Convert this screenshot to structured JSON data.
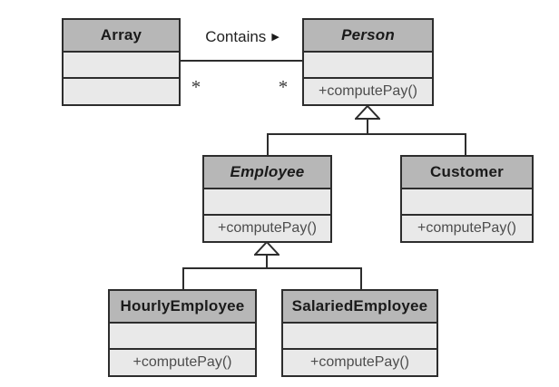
{
  "diagram": {
    "type": "uml-class-diagram",
    "classes": {
      "array": {
        "name": "Array",
        "attributes": "",
        "methods": "",
        "abstract": false
      },
      "person": {
        "name": "Person",
        "attributes": "",
        "methods": "+computePay()",
        "abstract": true
      },
      "employee": {
        "name": "Employee",
        "attributes": "",
        "methods": "+computePay()",
        "abstract": true
      },
      "customer": {
        "name": "Customer",
        "attributes": "",
        "methods": "+computePay()",
        "abstract": false
      },
      "hourly": {
        "name": "HourlyEmployee",
        "attributes": "",
        "methods": "+computePay()",
        "abstract": false
      },
      "salaried": {
        "name": "SalariedEmployee",
        "attributes": "",
        "methods": "+computePay()",
        "abstract": false
      }
    },
    "association": {
      "label": "Contains",
      "direction_icon": "▶",
      "source": "Array",
      "target": "Person",
      "source_multiplicity": "*",
      "target_multiplicity": "*"
    },
    "generalizations": [
      {
        "from": "Employee",
        "to": "Person"
      },
      {
        "from": "Customer",
        "to": "Person"
      },
      {
        "from": "HourlyEmployee",
        "to": "Employee"
      },
      {
        "from": "SalariedEmployee",
        "to": "Employee"
      }
    ],
    "colors": {
      "header_fill": "#b7b7b7",
      "body_fill": "#e9e9e9",
      "border": "#2d2d2d",
      "method_text": "#4d4d4d",
      "name_text": "#1a1a1a"
    }
  }
}
